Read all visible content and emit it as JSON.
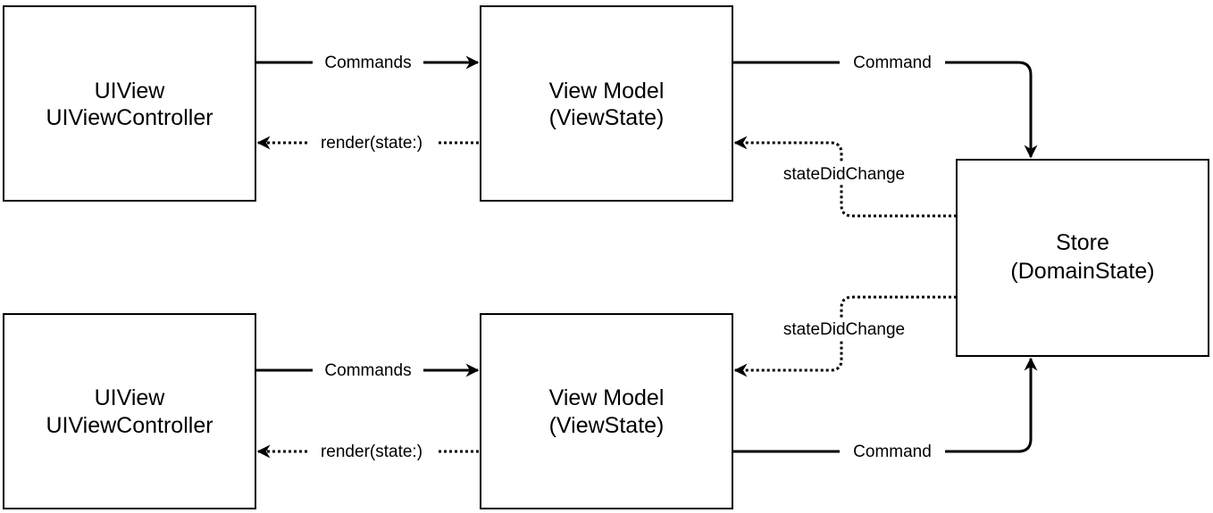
{
  "nodes": {
    "view_top": {
      "line1": "UIView",
      "line2": "UIViewController"
    },
    "vm_top": {
      "line1": "View Model",
      "line2": "(ViewState)"
    },
    "store": {
      "line1": "Store",
      "line2": "(DomainState)"
    },
    "view_bottom": {
      "line1": "UIView",
      "line2": "UIViewController"
    },
    "vm_bottom": {
      "line1": "View Model",
      "line2": "(ViewState)"
    }
  },
  "edges": {
    "commands_top": "Commands",
    "render_top": "render(state:)",
    "command_top": "Command",
    "state_change_top": "stateDidChange",
    "commands_bottom": "Commands",
    "render_bottom": "render(state:)",
    "command_bottom": "Command",
    "state_change_bottom": "stateDidChange"
  }
}
